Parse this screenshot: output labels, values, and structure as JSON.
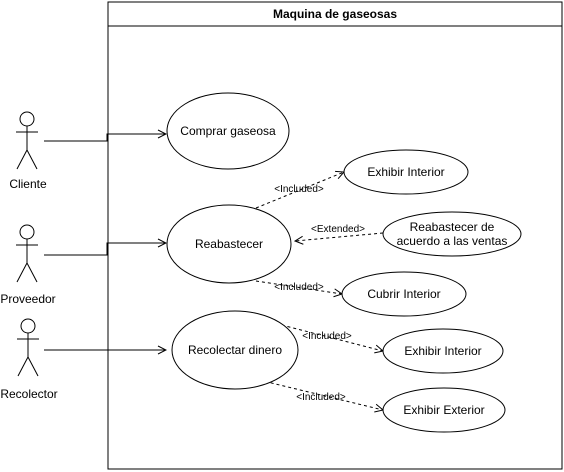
{
  "system": {
    "title": "Maquina de gaseosas"
  },
  "actors": {
    "cliente": "Cliente",
    "proveedor": "Proveedor",
    "recolector": "Recolector"
  },
  "use_cases": {
    "comprar_gaseosa": "Comprar gaseosa",
    "reabastecer": "Reabastecer",
    "recolectar_dinero": "Recolectar dinero",
    "exhibir_interior_1": "Exhibir Interior",
    "reabastecer_ventas_line1": "Reabastecer de",
    "reabastecer_ventas_line2": "acuerdo a las ventas",
    "cubrir_interior": "Cubrir Interior",
    "exhibir_interior_2": "Exhibir Interior",
    "exhibir_exterior": "Exhibir Exterior"
  },
  "relations": {
    "included_1": "<Included>",
    "extended": "<Extended>",
    "included_2": "<Included>",
    "included_3": "<Included>",
    "included_4": "<Included>"
  }
}
